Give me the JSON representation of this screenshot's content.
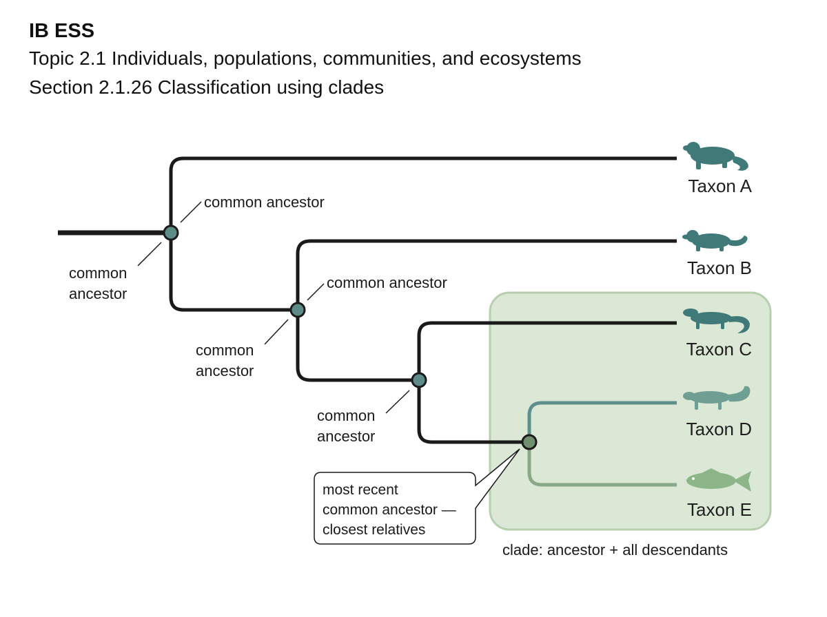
{
  "header": {
    "course": "IB ESS",
    "topic": "Topic 2.1 Individuals, populations, communities, and ecosystems",
    "section": "Section 2.1.26 Classification using clades"
  },
  "labels": {
    "ca_top": "common ancestor",
    "ca_root": [
      "common",
      "ancestor"
    ],
    "ca_mid": "common ancestor",
    "ca_node2": [
      "common",
      "ancestor"
    ],
    "ca_node3": [
      "common",
      "ancestor"
    ],
    "callout": [
      "most recent",
      "common ancestor —",
      "closest relatives"
    ]
  },
  "taxa": [
    {
      "label": "Taxon A",
      "icon": "otter-icon"
    },
    {
      "label": "Taxon B",
      "icon": "mammal-icon"
    },
    {
      "label": "Taxon C",
      "icon": "lizard-icon"
    },
    {
      "label": "Taxon D",
      "icon": "amphibian-icon"
    },
    {
      "label": "Taxon E",
      "icon": "fish-icon"
    }
  ],
  "clade": {
    "caption": "clade: ancestor + all descendants"
  },
  "colors": {
    "branch": "#1a1a1a",
    "node": "#5d8c88",
    "clade_fill": "#dbe8d6",
    "clade_border": "#b7cfae",
    "teal_branch": "#5f8f8d",
    "green_branch": "#8aa886",
    "animal_dark": "#3f7a78",
    "animal_mid": "#4f8886",
    "animal_light": "#6f9e93",
    "fish": "#8cb58a"
  }
}
